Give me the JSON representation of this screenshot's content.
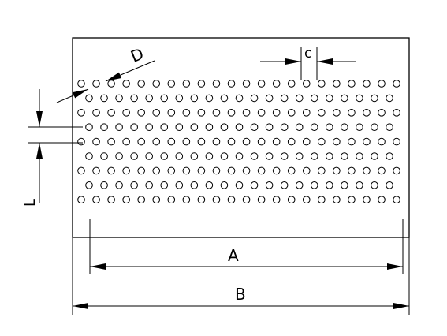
{
  "labels": {
    "diameter": "D",
    "pitch": "c",
    "row_spacing": "L",
    "hole_span": "A",
    "sheet_width": "B"
  },
  "pattern": {
    "odd_rows_holes": 22,
    "even_rows_holes": 21,
    "rows": 9
  },
  "colors": {
    "line": "#000000",
    "background": "#ffffff"
  }
}
